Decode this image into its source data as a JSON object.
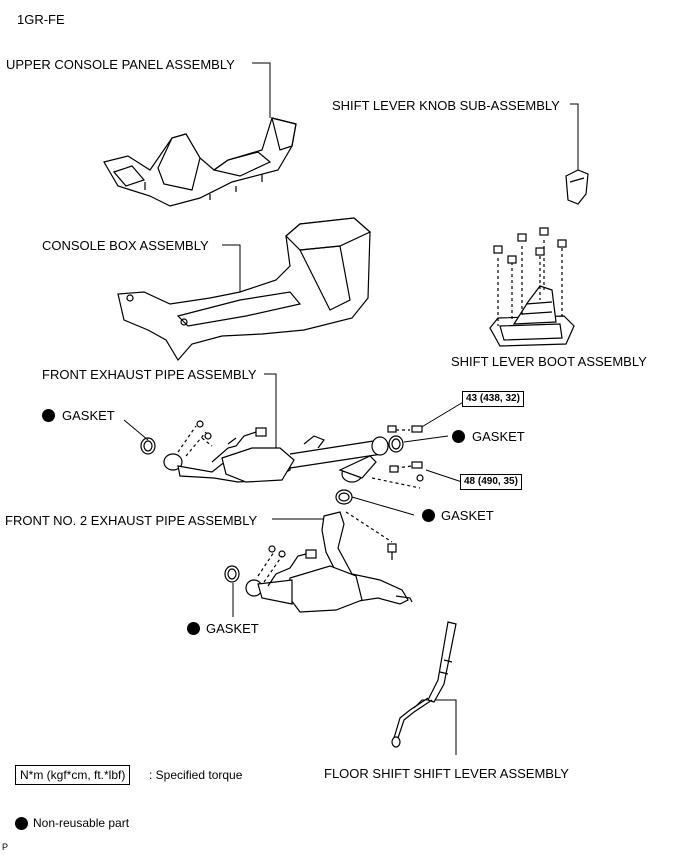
{
  "engine_code": "1GR-FE",
  "parts": {
    "upper_console": "UPPER CONSOLE PANEL ASSEMBLY",
    "knob": "SHIFT LEVER KNOB SUB-ASSEMBLY",
    "console_box": "CONSOLE BOX ASSEMBLY",
    "boot": "SHIFT LEVER BOOT ASSEMBLY",
    "front_exhaust": "FRONT EXHAUST PIPE ASSEMBLY",
    "front_no2": "FRONT NO. 2 EXHAUST PIPE ASSEMBLY",
    "floor_shift": "FLOOR SHIFT SHIFT LEVER ASSEMBLY"
  },
  "gaskets": {
    "g1": "GASKET",
    "g2": "GASKET",
    "g3": "GASKET",
    "g4": "GASKET"
  },
  "torques": {
    "t1": "43 (438, 32)",
    "t2": "48 (490, 35)"
  },
  "legend": {
    "torque_unit": "N*m (kgf*cm, ft.*lbf)",
    "torque_desc": ": Specified torque",
    "non_reusable": "Non-reusable part"
  },
  "footer_mark": "P"
}
